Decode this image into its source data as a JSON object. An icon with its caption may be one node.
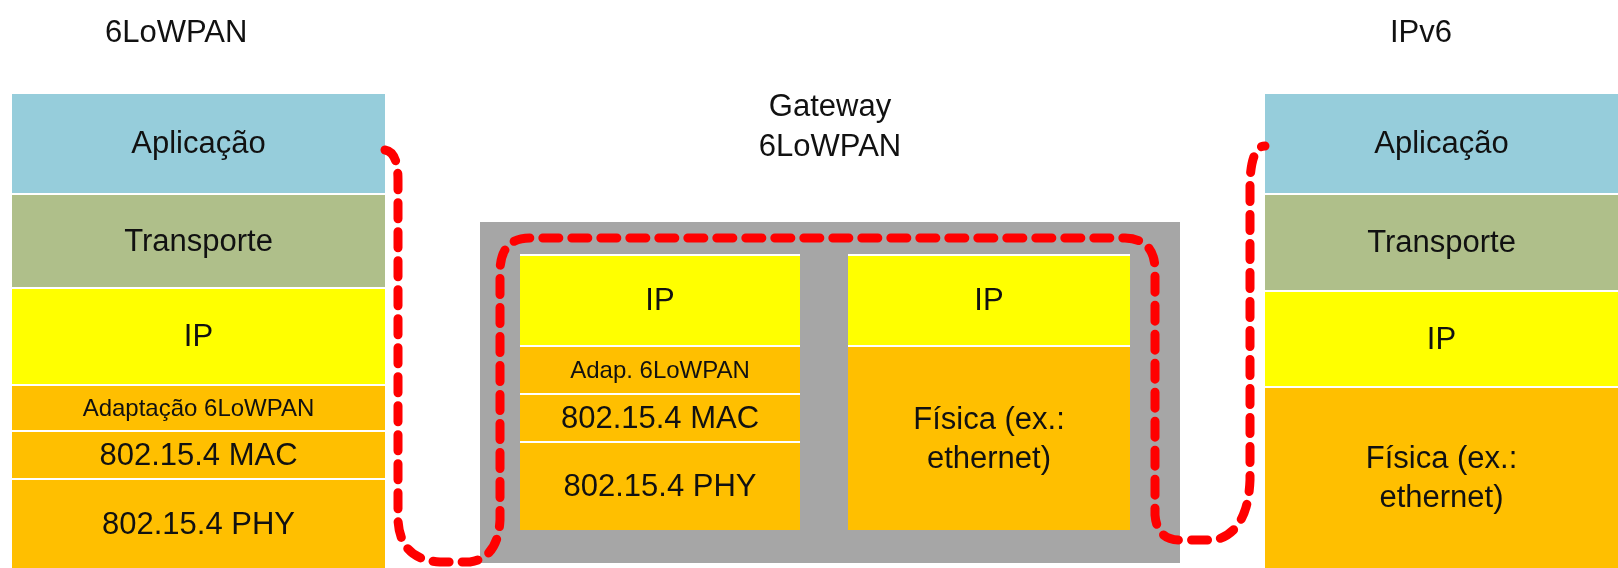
{
  "diagram": {
    "nodes": [
      {
        "text": [
          "Aplicação"
        ]
      },
      {
        "text": [
          "Transporte"
        ]
      },
      {
        "text": [
          "IP"
        ]
      },
      {
        "text": [
          "Adaptação 6LoWPAN"
        ]
      },
      {
        "text": [
          "802.15.4 MAC"
        ]
      },
      {
        "text": [
          "802.15.4 PHY"
        ]
      },
      {
        "text": [
          "Gateway 6LoWPAN"
        ]
      },
      {
        "text": [
          "IP"
        ],
        "in": 6
      },
      {
        "text": [
          "Adap. 6LoWPAN"
        ],
        "in": 6
      },
      {
        "text": [
          "802.15.4 MAC"
        ],
        "in": 6
      },
      {
        "text": [
          "802.15.4 PHY"
        ],
        "in": 6
      },
      {
        "text": [
          "IP"
        ],
        "in": 6
      },
      {
        "text": [
          "Física (ex.: ethernet)"
        ],
        "in": 6
      },
      {
        "text": [
          "Aplicação"
        ]
      },
      {
        "text": [
          "Transporte"
        ]
      },
      {
        "text": [
          "IP"
        ]
      },
      {
        "text": [
          "Física (ex.: ethernet)"
        ]
      }
    ],
    "edges": [
      {
        "from": 0,
        "to": 13,
        "arrow": "none",
        "style": "dashed",
        "color": "#ff0000"
      }
    ],
    "labels": [
      "6LoWPAN",
      "IPv6"
    ]
  }
}
